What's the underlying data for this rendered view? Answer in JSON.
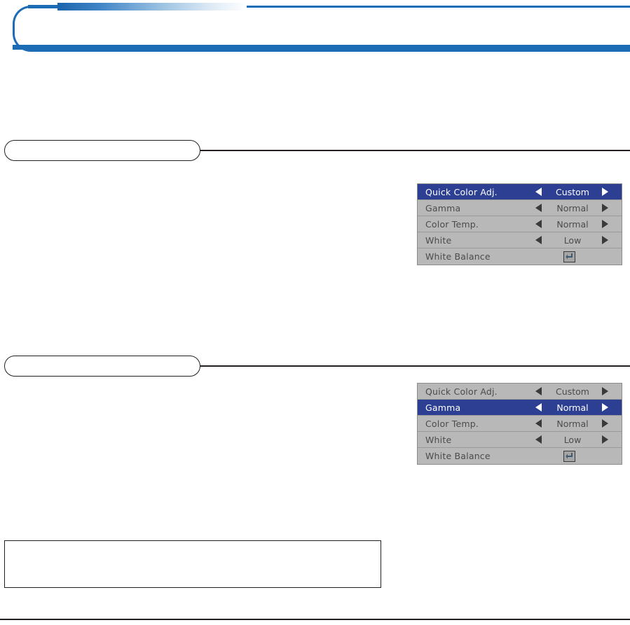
{
  "page": {
    "header_title": "",
    "footer_text": "",
    "accent_color": "#1b6cb4",
    "rule_color": "#231f20"
  },
  "sections": [
    {
      "id": "section-1",
      "pill_label": "",
      "body_text": ""
    },
    {
      "id": "section-2",
      "pill_label": "",
      "body_text": ""
    }
  ],
  "note": {
    "text": ""
  },
  "osd_menus": [
    {
      "id": "osd-menu-1",
      "selected_index": 0,
      "rows": [
        {
          "label": "Quick Color Adj.",
          "value": "Custom",
          "control": "arrows",
          "left_arrow_icon": "triangle-left-icon",
          "right_arrow_icon": "triangle-right-icon"
        },
        {
          "label": "Gamma",
          "value": "Normal",
          "control": "arrows",
          "left_arrow_icon": "triangle-left-icon",
          "right_arrow_icon": "triangle-right-icon"
        },
        {
          "label": "Color Temp.",
          "value": "Normal",
          "control": "arrows",
          "left_arrow_icon": "triangle-left-icon",
          "right_arrow_icon": "triangle-right-icon"
        },
        {
          "label": "White",
          "value": "Low",
          "control": "arrows",
          "left_arrow_icon": "triangle-left-icon",
          "right_arrow_icon": "triangle-right-icon"
        },
        {
          "label": "White Balance",
          "value": "",
          "control": "enter",
          "enter_icon": "enter-return-icon"
        }
      ]
    },
    {
      "id": "osd-menu-2",
      "selected_index": 1,
      "rows": [
        {
          "label": "Quick Color Adj.",
          "value": "Custom",
          "control": "arrows",
          "left_arrow_icon": "triangle-left-icon",
          "right_arrow_icon": "triangle-right-icon"
        },
        {
          "label": "Gamma",
          "value": "Normal",
          "control": "arrows",
          "left_arrow_icon": "triangle-left-icon",
          "right_arrow_icon": "triangle-right-icon"
        },
        {
          "label": "Color Temp.",
          "value": "Normal",
          "control": "arrows",
          "left_arrow_icon": "triangle-left-icon",
          "right_arrow_icon": "triangle-right-icon"
        },
        {
          "label": "White",
          "value": "Low",
          "control": "arrows",
          "left_arrow_icon": "triangle-left-icon",
          "right_arrow_icon": "triangle-right-icon"
        },
        {
          "label": "White Balance",
          "value": "",
          "control": "enter",
          "enter_icon": "enter-return-icon"
        }
      ]
    }
  ]
}
